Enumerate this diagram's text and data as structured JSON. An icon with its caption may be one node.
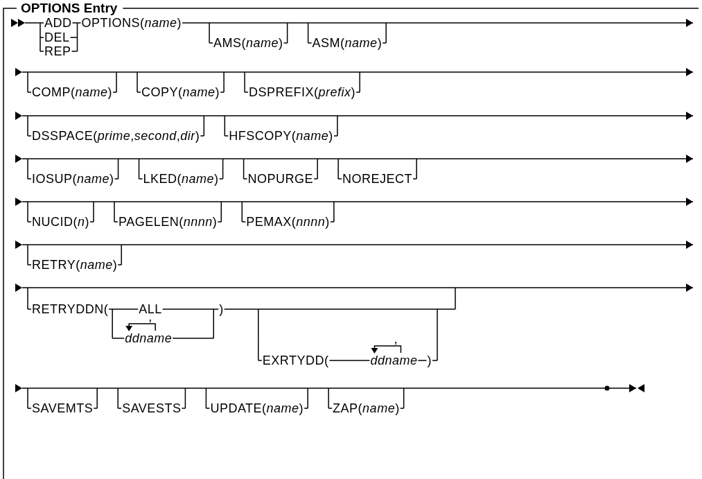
{
  "diagram": {
    "title": "OPTIONS Entry",
    "labels": [
      "ADD",
      "DEL",
      "REP",
      "OPTIONS(*name*)",
      "AMS(*name*)",
      "ASM(*name*)",
      "COMP(*name*)",
      "COPY(*name*)",
      "DSPREFIX(*prefix*)",
      "DSSPACE(*prime*,*second*,*dir*)",
      "HFSCOPY(*name*)",
      "IOSUP(*name*)",
      "LKED(*name*)",
      "NOPURGE",
      "NOREJECT",
      "NUCID(*n*)",
      "PAGELEN(*nnnn*)",
      "PEMAX(*nnnn*)",
      "RETRY(*name*)",
      "RETRYDDN(",
      "ALL",
      ",",
      "ddname",
      ")",
      "EXRTYDD(",
      ",",
      "ddname",
      ")",
      "SAVEMTS",
      "SAVESTS",
      "UPDATE(*name*)",
      "ZAP(*name*)"
    ]
  }
}
